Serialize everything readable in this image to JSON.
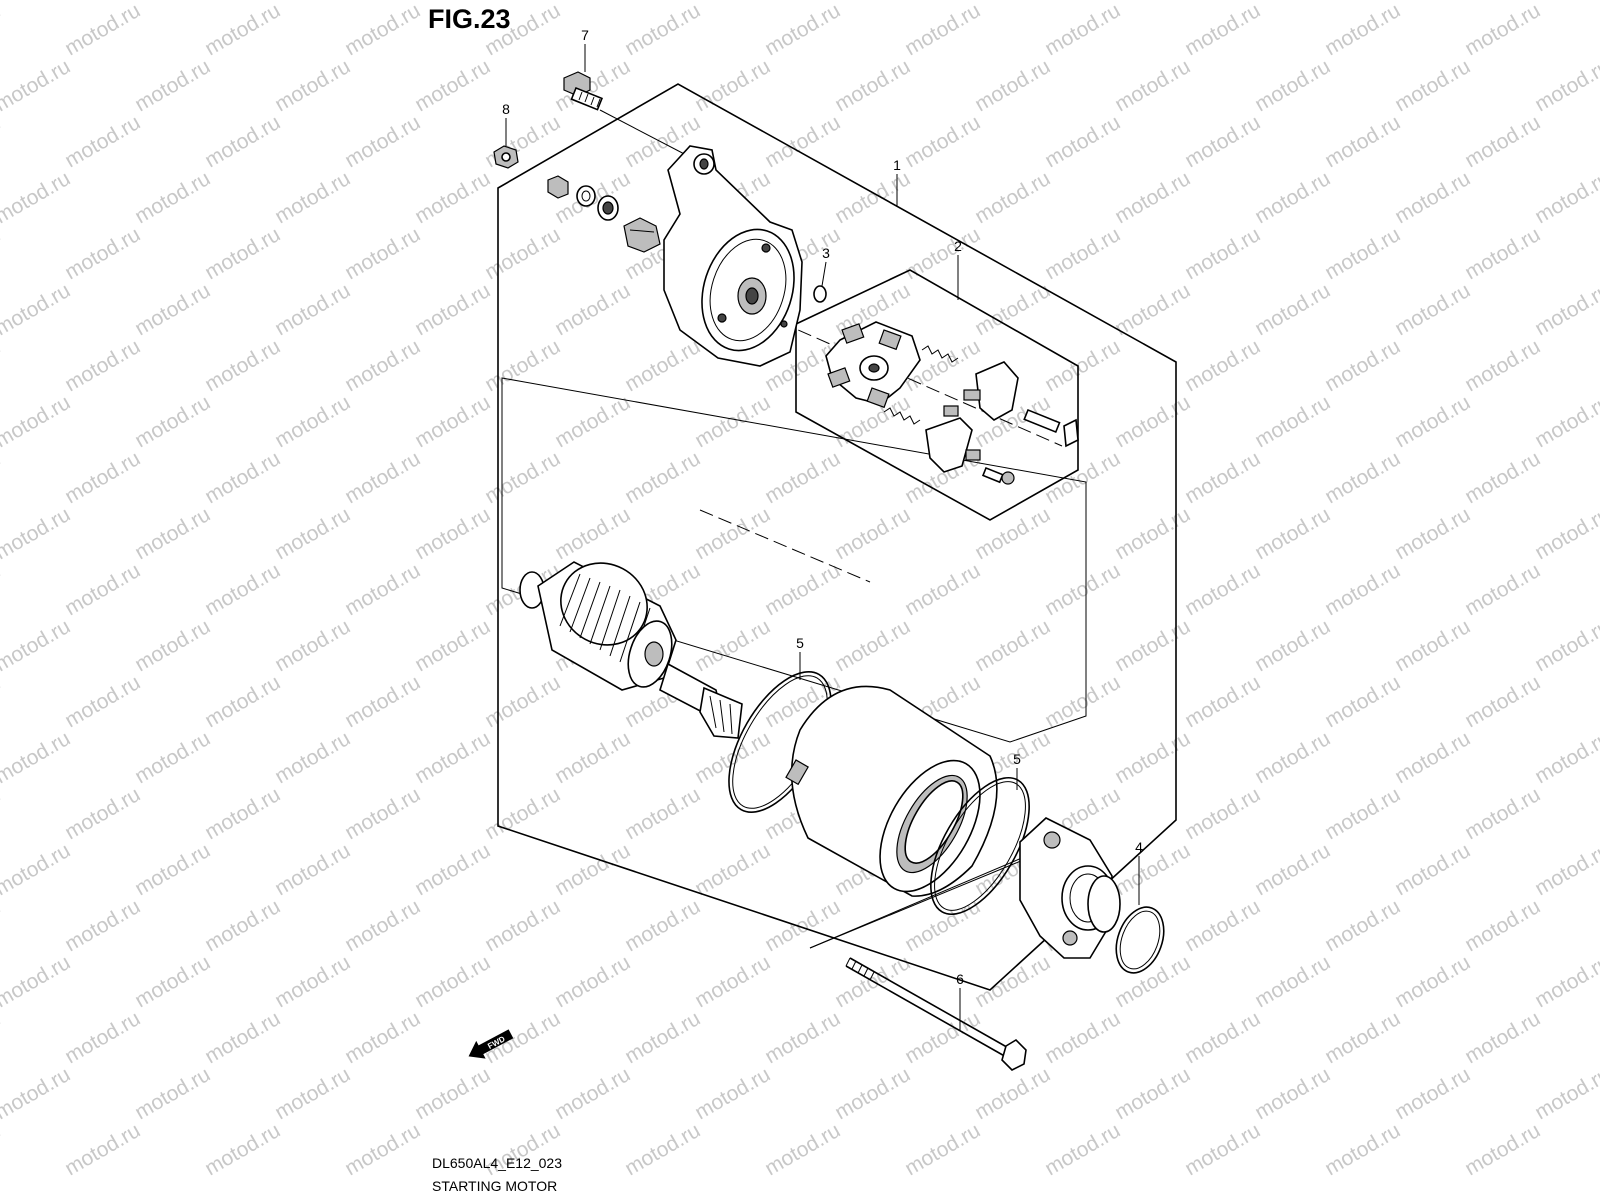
{
  "header": {
    "figure_label": "FIG.23"
  },
  "watermark": {
    "text": "motod.ru"
  },
  "callouts": [
    {
      "id": "callout-1",
      "number": "1"
    },
    {
      "id": "callout-2",
      "number": "2"
    },
    {
      "id": "callout-3",
      "number": "3"
    },
    {
      "id": "callout-4",
      "number": "4"
    },
    {
      "id": "callout-5a",
      "number": "5"
    },
    {
      "id": "callout-5b",
      "number": "5"
    },
    {
      "id": "callout-6",
      "number": "6"
    },
    {
      "id": "callout-7",
      "number": "7"
    },
    {
      "id": "callout-8",
      "number": "8"
    }
  ],
  "direction_marker": {
    "label": "FWD",
    "icon": "arrow-left-icon"
  },
  "footer": {
    "code": "DL650AL4_E12_023",
    "title": "STARTING MOTOR"
  }
}
